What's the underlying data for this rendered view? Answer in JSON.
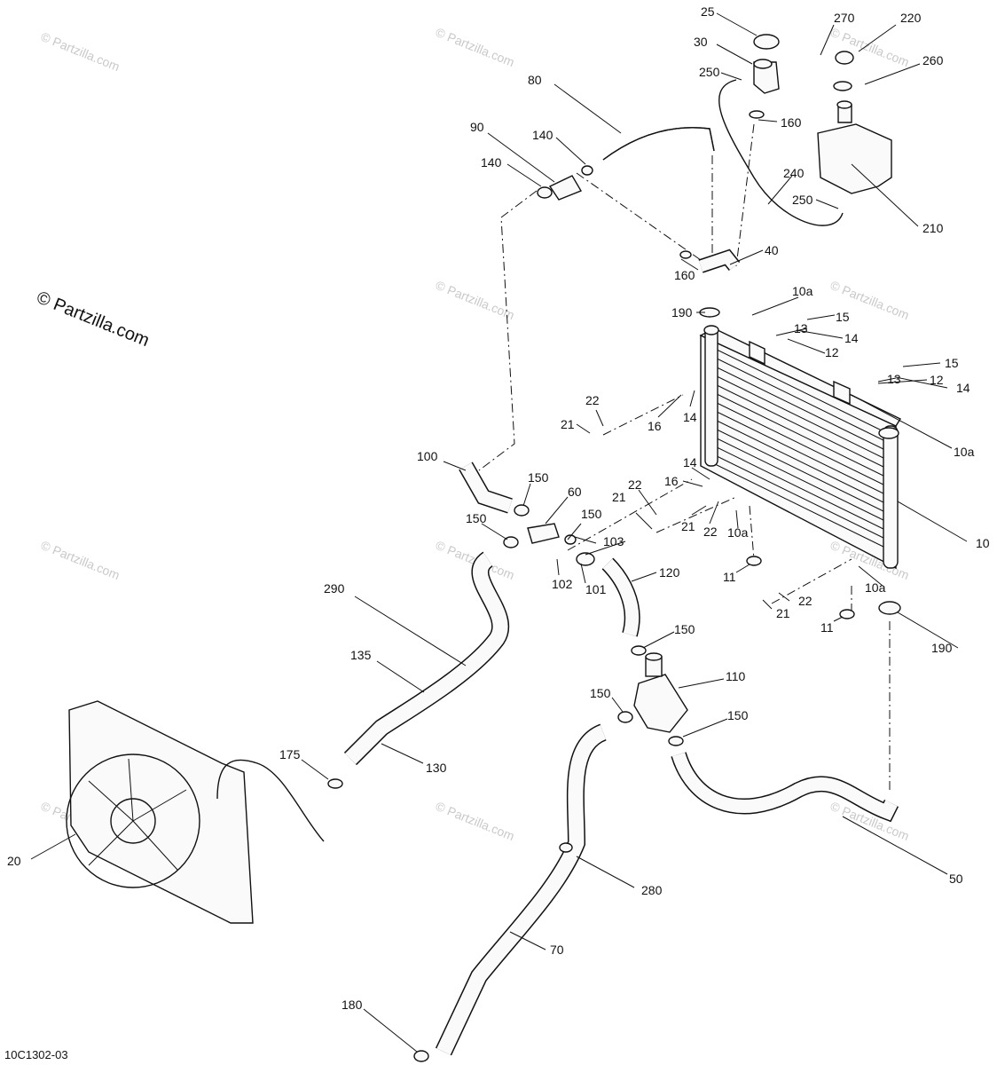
{
  "diagram_code": "10C1302-03",
  "copyright": "© Partzilla.com",
  "watermark": "© Partzilla.com",
  "labels": {
    "p10": "10",
    "p10a": "10a",
    "p11": "11",
    "p12": "12",
    "p13": "13",
    "p14": "14",
    "p15": "15",
    "p16": "16",
    "p20": "20",
    "p21": "21",
    "p22": "22",
    "p25": "25",
    "p30": "30",
    "p40": "40",
    "p50": "50",
    "p60": "60",
    "p70": "70",
    "p80": "80",
    "p90": "90",
    "p100": "100",
    "p101": "101",
    "p102": "102",
    "p103": "103",
    "p110": "110",
    "p120": "120",
    "p130": "130",
    "p135": "135",
    "p140": "140",
    "p150": "150",
    "p160": "160",
    "p175": "175",
    "p180": "180",
    "p190": "190",
    "p210": "210",
    "p220": "220",
    "p240": "240",
    "p250": "250",
    "p260": "260",
    "p270": "270",
    "p280": "280",
    "p290": "290"
  }
}
